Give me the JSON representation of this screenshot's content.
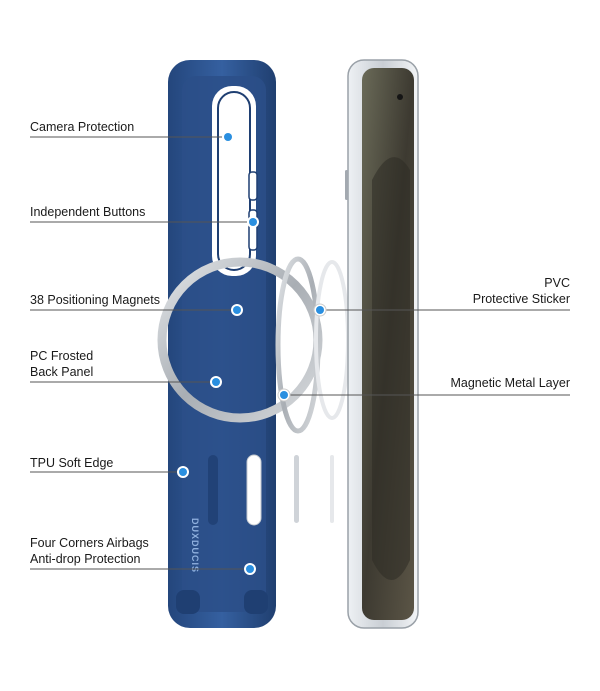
{
  "product": {
    "brand_mark": "DUXDUCIS",
    "colors": {
      "case_blue": "#2f5590",
      "case_blue_dark": "#1f3f72",
      "metal_silver": "#b9bec4",
      "phone_frame": "#d6dadf",
      "screen": "#3e3a33",
      "marker_blue": "#2a8fe0"
    }
  },
  "callouts": {
    "camera_protection": {
      "lines": [
        "Camera Protection"
      ]
    },
    "independent_buttons": {
      "lines": [
        "Independent Buttons"
      ]
    },
    "positioning_magnets": {
      "lines": [
        "38 Positioning Magnets"
      ]
    },
    "pc_back_panel": {
      "lines": [
        "PC Frosted",
        "Back Panel"
      ]
    },
    "tpu_soft_edge": {
      "lines": [
        "TPU Soft Edge"
      ]
    },
    "airbags": {
      "lines": [
        "Four Corners Airbags",
        "Anti-drop Protection"
      ]
    },
    "pvc_sticker": {
      "lines": [
        "PVC",
        "Protective Sticker"
      ]
    },
    "metal_layer": {
      "lines": [
        "Magnetic Metal Layer"
      ]
    }
  }
}
